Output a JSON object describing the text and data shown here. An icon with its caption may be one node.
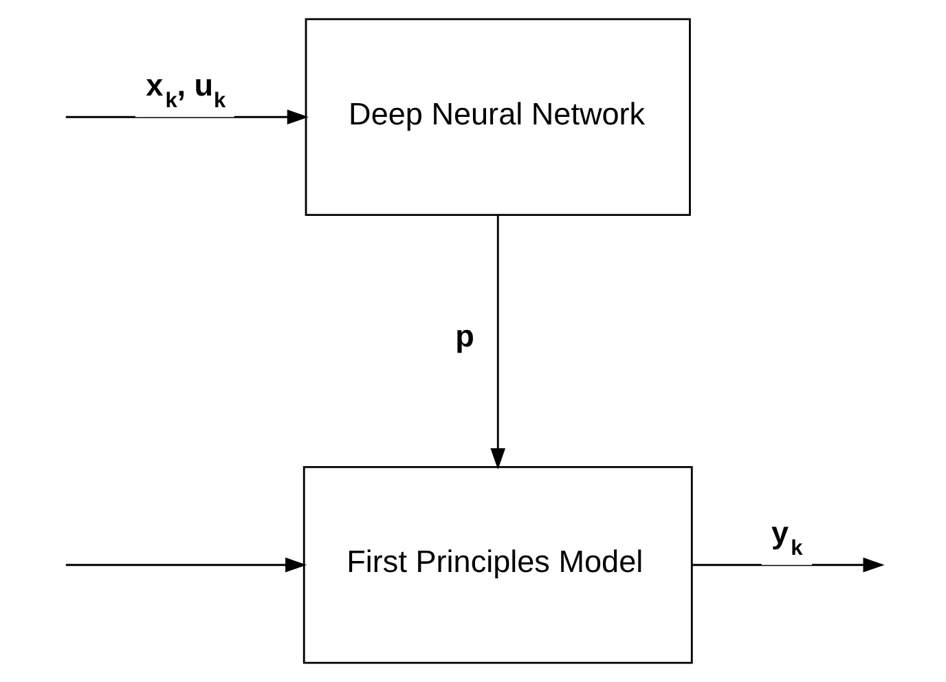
{
  "diagram": {
    "nodes": [
      {
        "text": [
          "Deep Neural Network"
        ]
      },
      {
        "text": [
          "First Principles Model"
        ]
      }
    ],
    "edges": [
      {
        "from": null,
        "to": 0,
        "arrow": "to",
        "label": "x$_{k}$, u$_{k}$"
      },
      {
        "from": null,
        "to": 1,
        "arrow": "to"
      },
      {
        "from": 0,
        "to": 1,
        "arrow": "to",
        "label": "p"
      },
      {
        "from": 1,
        "to": null,
        "arrow": "to",
        "label": "y$_{k}$"
      }
    ]
  }
}
